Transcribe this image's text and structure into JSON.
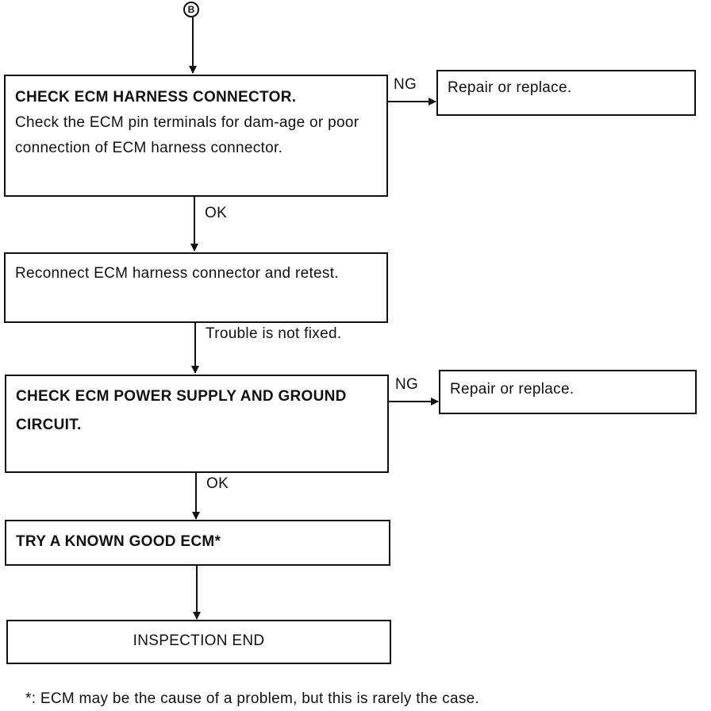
{
  "entry_connector": {
    "label": "B"
  },
  "nodes": {
    "check_harness": {
      "heading": "CHECK ECM HARNESS CONNECTOR.",
      "body": "Check the ECM pin terminals for dam-age or poor connection of ECM harness connector."
    },
    "repair1": {
      "text": "Repair or replace."
    },
    "reconnect": {
      "text": "Reconnect ECM harness connector and retest."
    },
    "check_power": {
      "heading": "CHECK ECM POWER SUPPLY AND GROUND CIRCUIT."
    },
    "repair2": {
      "text": "Repair or replace."
    },
    "try_ecm": {
      "heading": "TRY A KNOWN GOOD ECM*"
    },
    "end": {
      "text": "INSPECTION END"
    }
  },
  "edge_labels": {
    "ng1": "NG",
    "ok1": "OK",
    "trouble": "Trouble is not fixed.",
    "ng2": "NG",
    "ok2": "OK"
  },
  "footnote": "*: ECM may be the cause of a problem, but this is rarely the case."
}
